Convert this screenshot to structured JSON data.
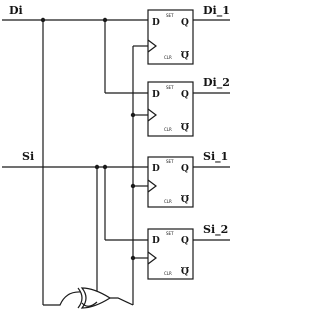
{
  "inputs": {
    "di": "Di",
    "si": "Si"
  },
  "outputs": {
    "di_1": "Di_1",
    "di_2": "Di_2",
    "si_1": "Si_1",
    "si_2": "Si_2"
  },
  "flipflop": {
    "d": "D",
    "q": "Q",
    "qbar": "Q",
    "set": "SET",
    "clr": "CLR"
  },
  "colors": {
    "ink": "#1a1a1a",
    "background": "#ffffff"
  }
}
